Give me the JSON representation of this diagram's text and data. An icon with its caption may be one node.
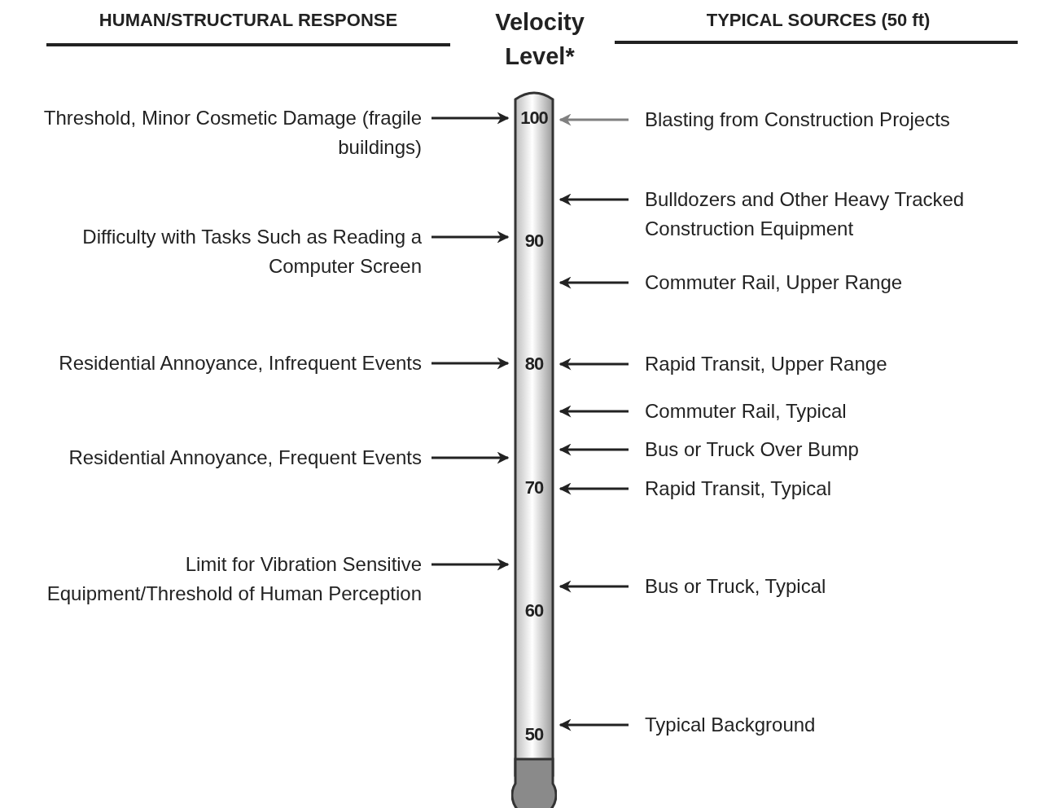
{
  "diagram": {
    "nodes": [
      {
        "text": [],
        "shape": "bar"
      },
      {
        "text": [
          "Threshold, Minor Cosmetic Damage (fragile buildings)"
        ]
      },
      {
        "text": [
          "Difficulty with Tasks Such as Reading a Computer Screen"
        ]
      },
      {
        "text": [
          "Residential Annoyance, Infrequent Events"
        ]
      },
      {
        "text": [
          "Residential Annoyance, Frequent Events"
        ]
      },
      {
        "text": [
          "Limit for Vibration Sensitive Equipment/Threshold of Human Perception"
        ]
      },
      {
        "text": [
          "Blasting from Construction Projects"
        ]
      },
      {
        "text": [
          "Bulldozers and Other Heavy Tracked Construction Equipment"
        ]
      },
      {
        "text": [
          "Commuter Rail, Upper Range"
        ]
      },
      {
        "text": [
          "Rapid Transit, Upper Range"
        ]
      },
      {
        "text": [
          "Commuter Rail, Typical"
        ]
      },
      {
        "text": [
          "Bus or Truck Over Bump"
        ]
      },
      {
        "text": [
          "Rapid Transit, Typical"
        ]
      },
      {
        "text": [
          "Bus or Truck, Typical"
        ]
      },
      {
        "text": [
          "Typical Background"
        ]
      }
    ],
    "edges": [
      {
        "from": 1,
        "to": 0,
        "arrow": "to"
      },
      {
        "from": 2,
        "to": 0,
        "arrow": "to"
      },
      {
        "from": 3,
        "to": 0,
        "arrow": "to"
      },
      {
        "from": 4,
        "to": 0,
        "arrow": "to"
      },
      {
        "from": 5,
        "to": 0,
        "arrow": "to"
      },
      {
        "from": 6,
        "to": 0,
        "arrow": "to",
        "color": "#808080"
      },
      {
        "from": 7,
        "to": 0,
        "arrow": "to"
      },
      {
        "from": 8,
        "to": 0,
        "arrow": "to"
      },
      {
        "from": 9,
        "to": 0,
        "arrow": "to"
      },
      {
        "from": 10,
        "to": 0,
        "arrow": "to"
      },
      {
        "from": 11,
        "to": 0,
        "arrow": "to"
      },
      {
        "from": 12,
        "to": 0,
        "arrow": "to"
      },
      {
        "from": 13,
        "to": 0,
        "arrow": "to"
      },
      {
        "from": 14,
        "to": 0,
        "arrow": "to"
      }
    ],
    "labels": [
      "HUMAN/STRUCTURAL RESPONSE",
      "Velocity Level*",
      "TYPICAL SOURCES (50 ft)",
      "100",
      "90",
      "80",
      "70",
      "60",
      "50"
    ]
  }
}
